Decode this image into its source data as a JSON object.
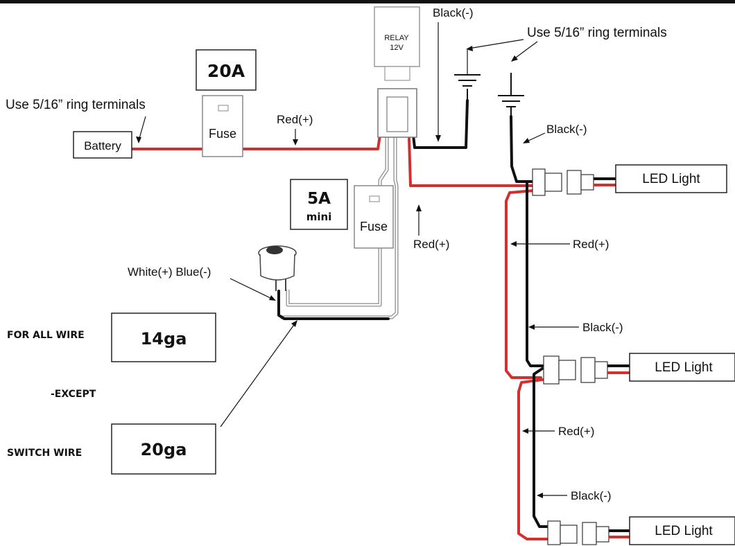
{
  "labels": {
    "black_top": "Black(-)",
    "ring_top": "Use 5/16” ring terminals",
    "ring_left": "Use 5/16” ring terminals",
    "battery": "Battery",
    "fuse_20a_rating": "20A",
    "fuse_20a": "Fuse",
    "red_plus_1": "Red(+)",
    "relay_line1": "RELAY",
    "relay_line2": "12V",
    "black_ground2": "Black(-)",
    "fuse_5a_rating_line1": "5A",
    "fuse_5a_rating_line2": "mini",
    "fuse_5a": "Fuse",
    "red_plus_relay": "Red(+)",
    "switch_wires": "White(+) Blue(-)",
    "for_all_wire": "FOR ALL WIRE",
    "gauge_main": "14ga",
    "except": "-EXCEPT",
    "switch_wire": "SWITCH WIRE",
    "gauge_switch": "20ga",
    "led_light_1": "LED Light",
    "led_light_2": "LED Light",
    "led_light_3": "LED Light",
    "red_plus_2": "Red(+)",
    "black_2": "Black(-)",
    "red_plus_3": "Red(+)",
    "black_3": "Black(-)"
  },
  "colors": {
    "wire_red": "#d32f2f",
    "wire_black": "#111111",
    "wire_white": "#ffffff"
  }
}
